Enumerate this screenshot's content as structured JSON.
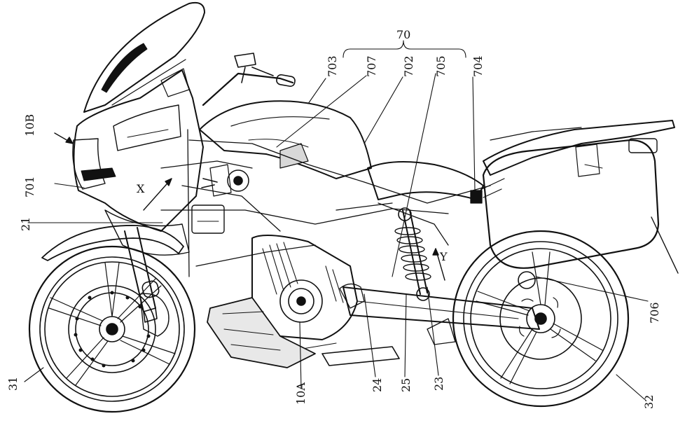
{
  "figure": {
    "kind": "patent line drawing",
    "subject": "motorcycle side view"
  },
  "labels": {
    "group_70": "70",
    "l703": "703",
    "l707": "707",
    "l702": "702",
    "l705": "705",
    "l704": "704",
    "l10B": "10B",
    "l701": "701",
    "l21": "21",
    "lX": "X",
    "lY": "Y",
    "l31": "31",
    "l10A": "10A",
    "l24": "24",
    "l25": "25",
    "l23": "23",
    "l32": "32",
    "l706": "706"
  },
  "colors": {
    "ink": "#111111",
    "paper": "#ffffff",
    "shade": "#d8d8d8"
  }
}
